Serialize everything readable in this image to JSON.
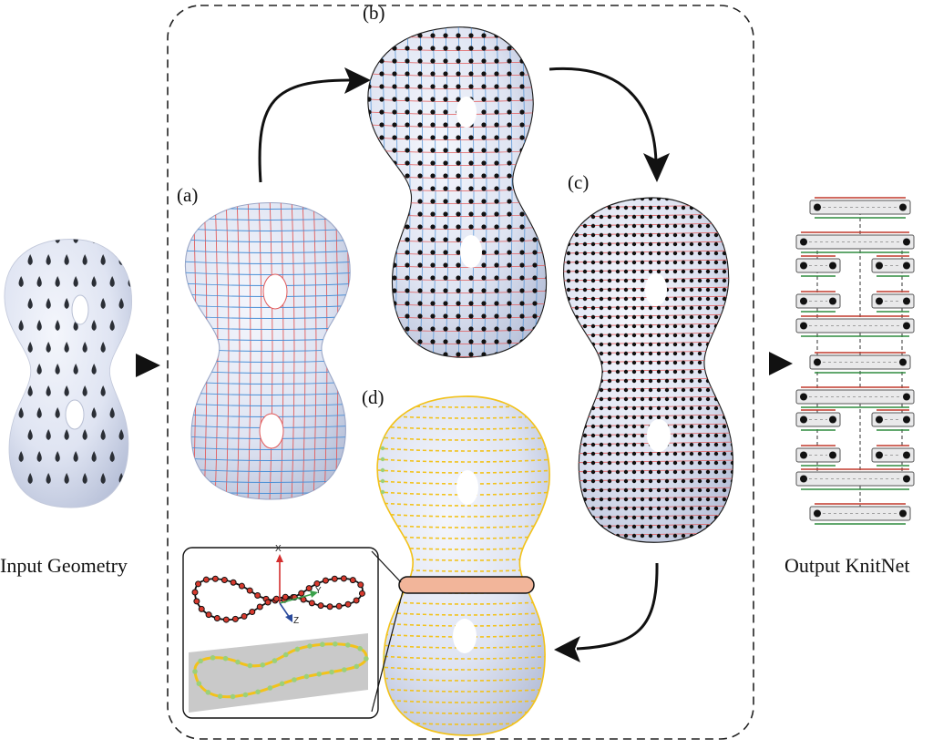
{
  "figure": {
    "input_caption": "Input Geometry",
    "output_caption": "Output KnitNet",
    "panels": [
      {
        "id": "a",
        "label": "(a)"
      },
      {
        "id": "b",
        "label": "(b)"
      },
      {
        "id": "c",
        "label": "(c)"
      },
      {
        "id": "d",
        "label": "(d)"
      }
    ],
    "inset_axes": {
      "x": "X",
      "y": "Y",
      "z": "Z"
    }
  },
  "colors": {
    "surface": "#dfe4f2",
    "surface_shadow": "#b9c2d9",
    "grid_red": "#e35a5a",
    "grid_blue": "#4a8fd6",
    "dot": "#111111",
    "course_yellow": "#f2c21b",
    "course_green": "#9bd07a",
    "band_fill": "#f2b59a",
    "knit_box": "#e9e9ea",
    "knit_red": "#c0392b",
    "knit_green": "#2e8b3e"
  },
  "icons": [
    "arrow-right-icon",
    "curved-arrow-icon",
    "axis-triad-icon"
  ]
}
